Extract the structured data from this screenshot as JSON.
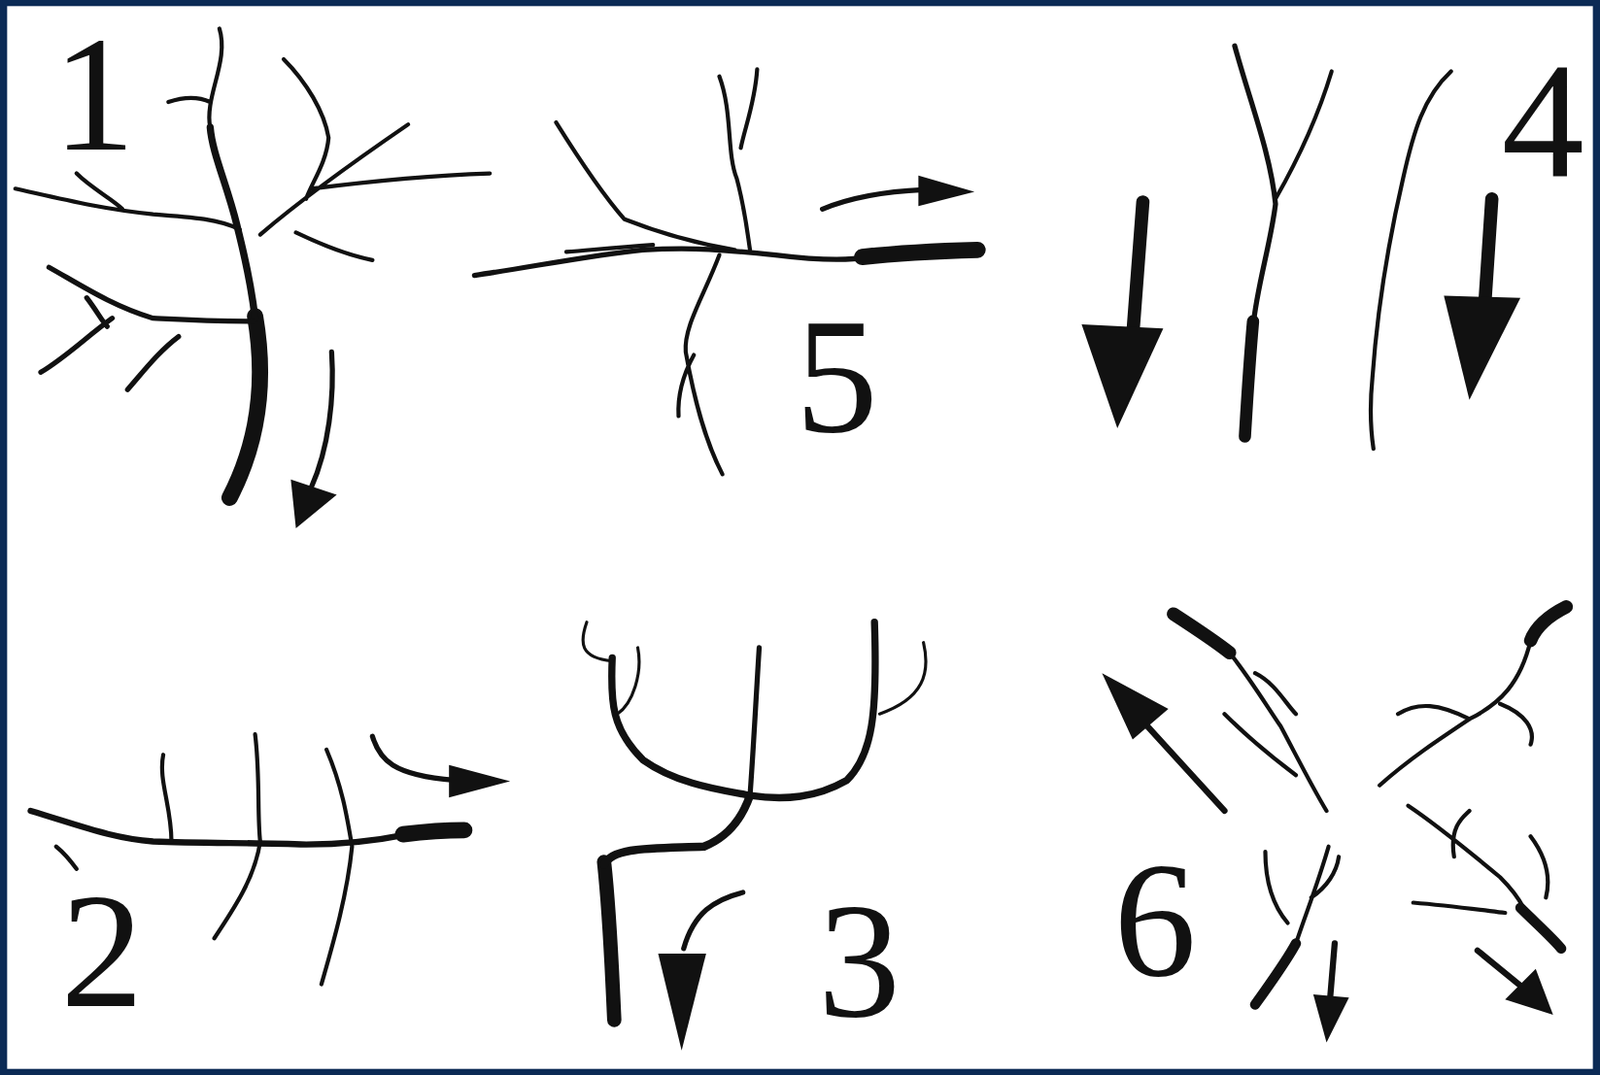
{
  "diagram": {
    "labels": [
      "1",
      "5",
      "4",
      "2",
      "3",
      "6"
    ]
  }
}
